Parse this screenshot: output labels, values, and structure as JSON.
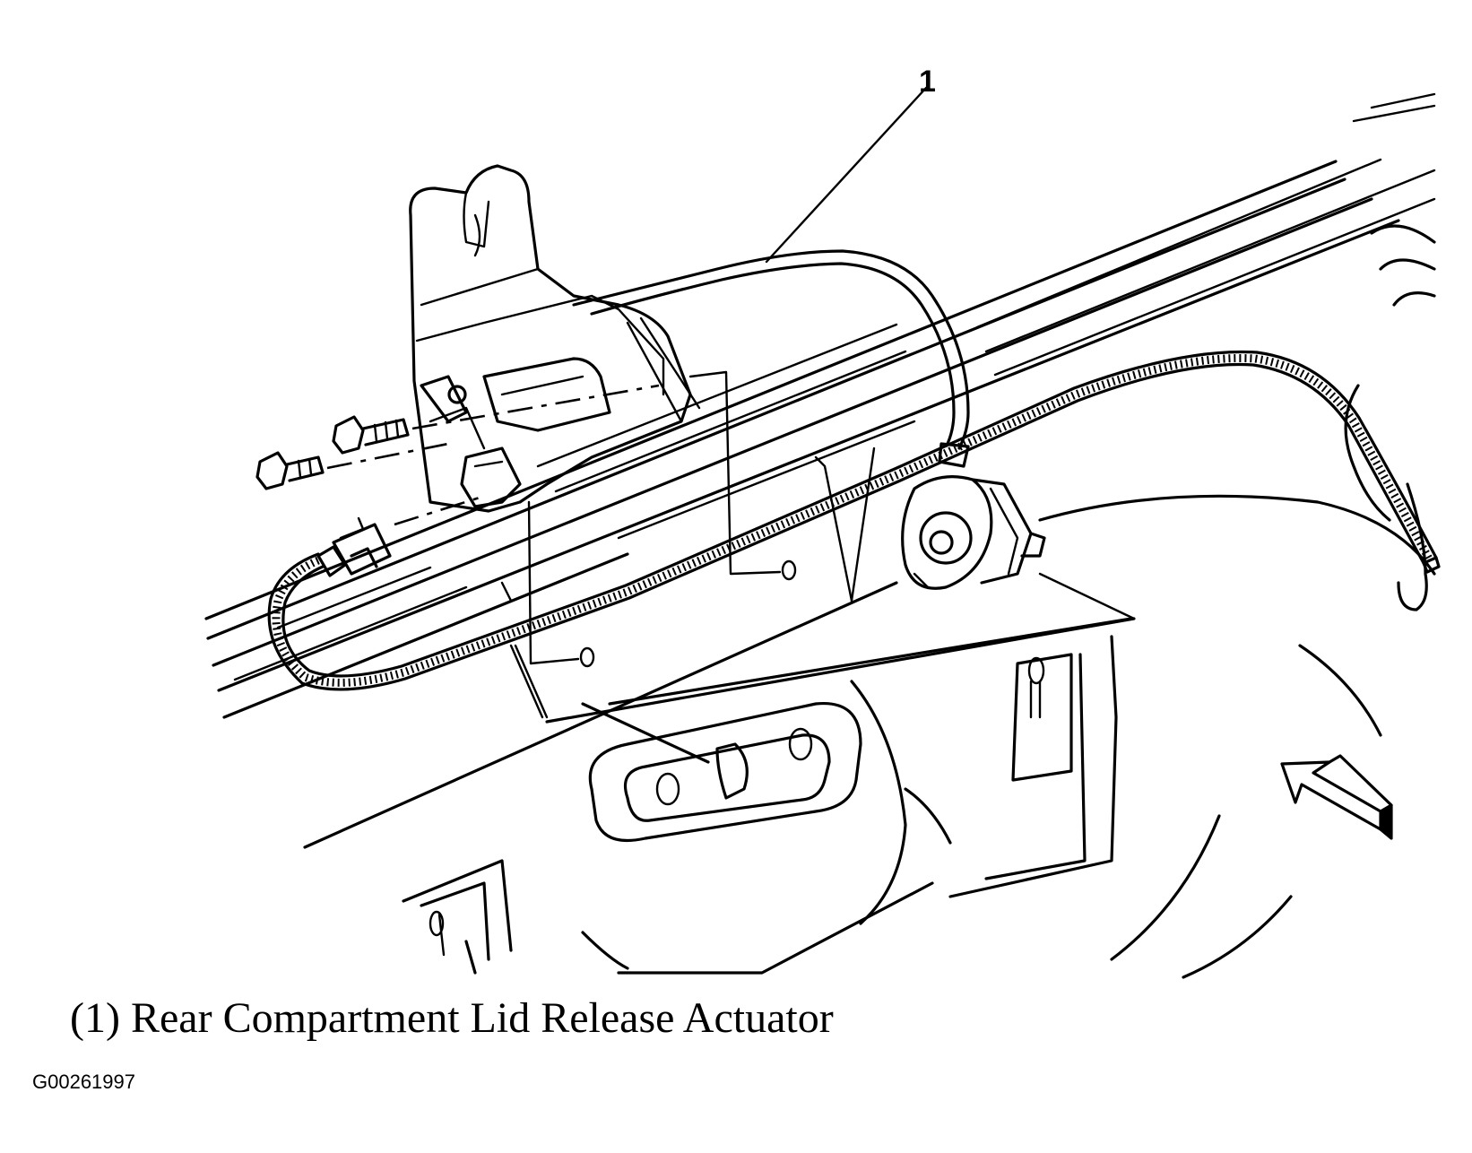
{
  "callout": {
    "number": "1"
  },
  "caption": {
    "text": "(1) Rear Compartment Lid Release Actuator"
  },
  "figure_id": "G00261997",
  "icons": {
    "view_direction": "view-direction-arrow-icon"
  }
}
